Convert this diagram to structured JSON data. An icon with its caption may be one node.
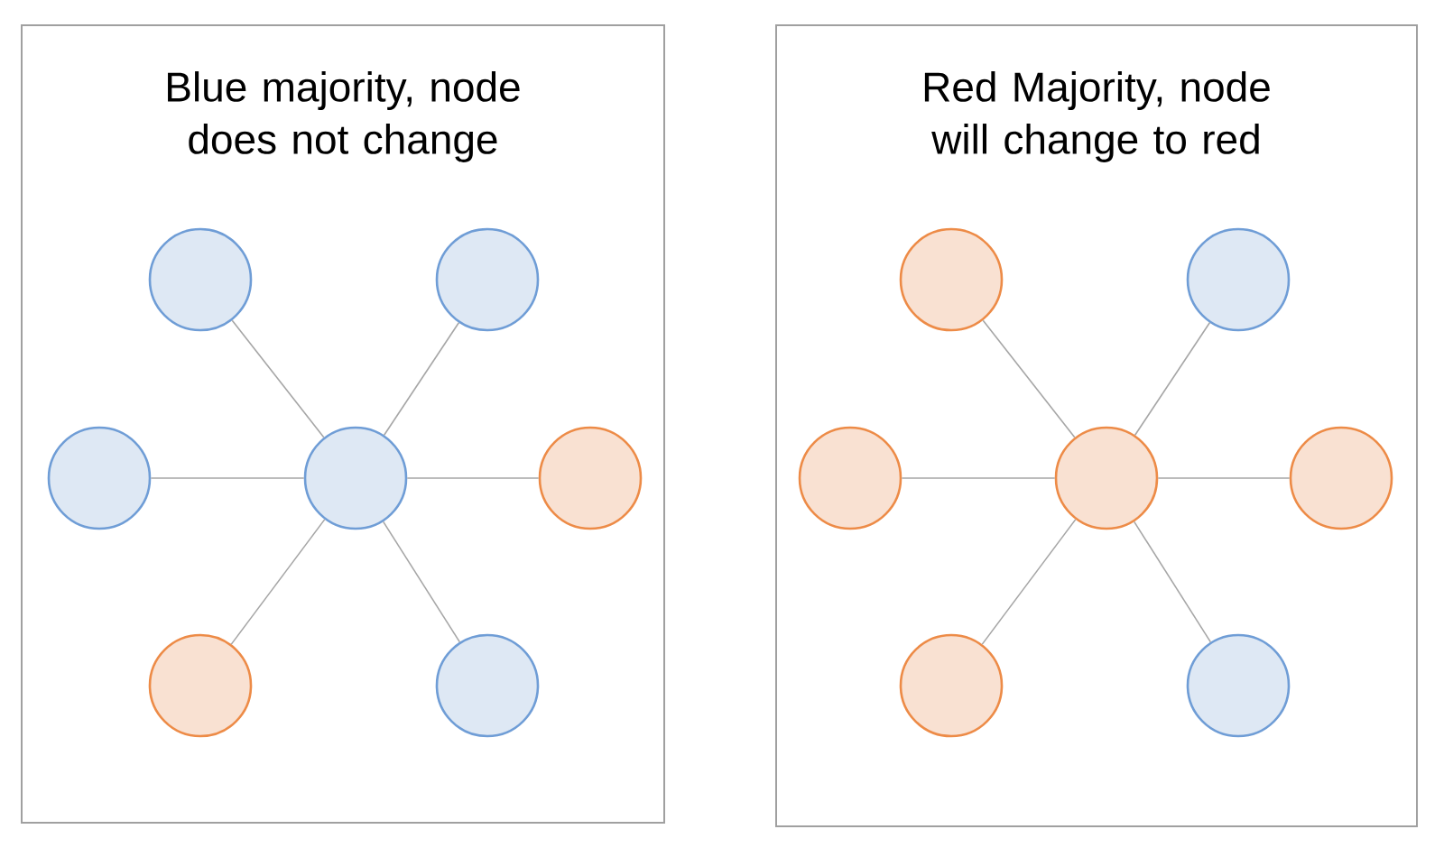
{
  "diagram": {
    "nodes": [
      {
        "text": [
          "Blue majority, node does not change"
        ]
      },
      {
        "text": [],
        "shape": "circle",
        "in": 0
      },
      {
        "text": [],
        "shape": "circle",
        "in": 0
      },
      {
        "text": [],
        "shape": "circle",
        "in": 0
      },
      {
        "text": [],
        "shape": "circle",
        "in": 0
      },
      {
        "text": [],
        "shape": "circle",
        "in": 0
      },
      {
        "text": [],
        "shape": "circle",
        "in": 0
      },
      {
        "text": [],
        "shape": "circle",
        "in": 0
      },
      {
        "text": [
          "Red Majority, node will change to red"
        ]
      },
      {
        "text": [],
        "shape": "circle",
        "in": 8
      },
      {
        "text": [],
        "shape": "circle",
        "in": 8
      },
      {
        "text": [],
        "shape": "circle",
        "in": 8
      },
      {
        "text": [],
        "shape": "circle",
        "in": 8
      },
      {
        "text": [],
        "shape": "circle",
        "in": 8
      },
      {
        "text": [],
        "shape": "circle",
        "in": 8
      },
      {
        "text": [],
        "shape": "circle",
        "in": 8
      }
    ],
    "edges": [
      {
        "from": 4,
        "to": 1,
        "arrow": "none"
      },
      {
        "from": 4,
        "to": 2,
        "arrow": "none"
      },
      {
        "from": 4,
        "to": 3,
        "arrow": "none"
      },
      {
        "from": 4,
        "to": 5,
        "arrow": "none"
      },
      {
        "from": 4,
        "to": 6,
        "arrow": "none"
      },
      {
        "from": 4,
        "to": 7,
        "arrow": "none"
      },
      {
        "from": 12,
        "to": 9,
        "arrow": "none"
      },
      {
        "from": 12,
        "to": 10,
        "arrow": "none"
      },
      {
        "from": 12,
        "to": 11,
        "arrow": "none"
      },
      {
        "from": 12,
        "to": 13,
        "arrow": "none"
      },
      {
        "from": 12,
        "to": 14,
        "arrow": "none"
      },
      {
        "from": 12,
        "to": 15,
        "arrow": "none"
      }
    ]
  }
}
